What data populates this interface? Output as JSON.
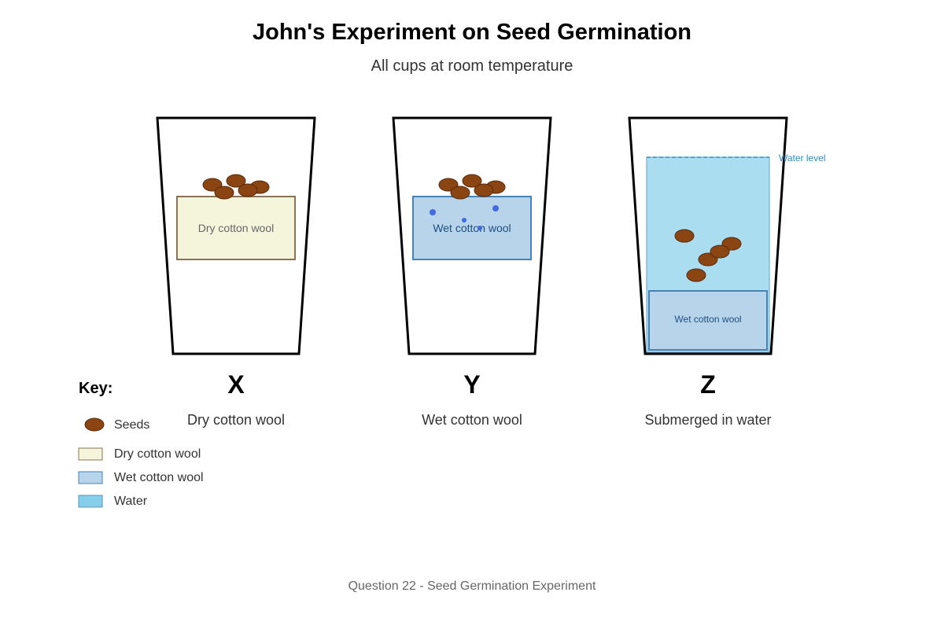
{
  "title": "John's Experiment on Seed Germination",
  "subtitle": "All cups at room temperature",
  "cups": [
    {
      "letter": "X",
      "description": "Dry cotton wool",
      "inner_label": "Dry cotton wool"
    },
    {
      "letter": "Y",
      "description": "Wet cotton wool",
      "inner_label": "Wet cotton wool"
    },
    {
      "letter": "Z",
      "description": "Submerged in water",
      "inner_label": "Wet cotton wool",
      "water_level_label": "Water level"
    }
  ],
  "key": {
    "title": "Key:",
    "items": [
      {
        "label": "Seeds",
        "symbol": "seed-icon"
      },
      {
        "label": "Dry cotton wool",
        "symbol": "dry-swatch"
      },
      {
        "label": "Wet cotton wool",
        "symbol": "wet-swatch"
      },
      {
        "label": "Water",
        "symbol": "water-swatch"
      }
    ]
  },
  "footer": "Question 22 - Seed Germination Experiment",
  "colors": {
    "seed": "#8B4513",
    "seed_stroke": "#5a2a0a",
    "dry_cotton": "#F5F5DC",
    "dry_cotton_stroke": "#8B7355",
    "wet_cotton": "#B8D4EA",
    "wet_cotton_stroke": "#4682B4",
    "water": "#87CEEB",
    "water_level": "#2E8BC0",
    "droplet": "#4169E1"
  }
}
